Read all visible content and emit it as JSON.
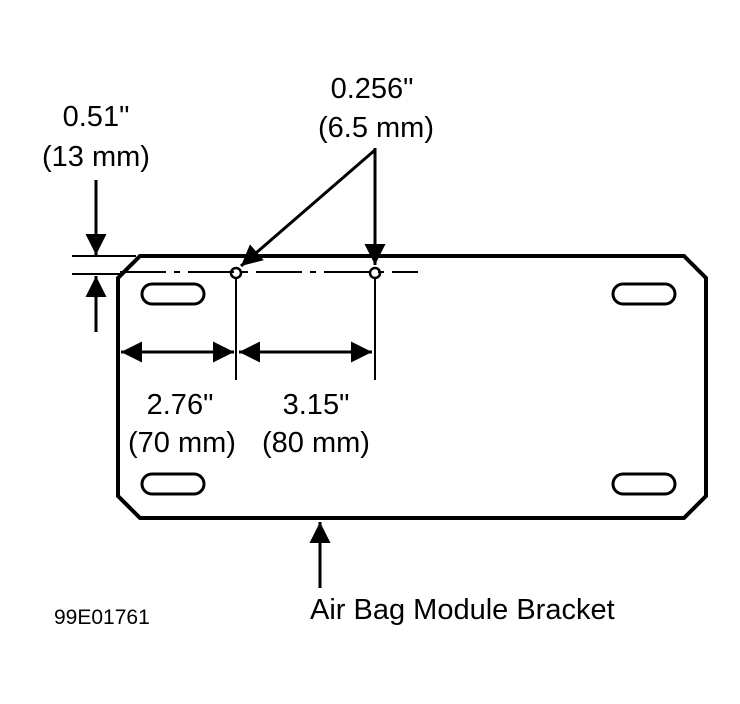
{
  "dimensions": {
    "top_offset": {
      "inches": "0.51\"",
      "mm": "(13 mm)"
    },
    "hole_diameter": {
      "inches": "0.256\"",
      "mm": "(6.5 mm)"
    },
    "first_hole_distance": {
      "inches": "2.76\"",
      "mm": "(70 mm)"
    },
    "hole_spacing": {
      "inches": "3.15\"",
      "mm": "(80 mm)"
    }
  },
  "callouts": {
    "bracket_label": "Air Bag Module Bracket"
  },
  "figure_id": "99E01761",
  "colors": {
    "line": "#000000",
    "background": "#ffffff"
  }
}
